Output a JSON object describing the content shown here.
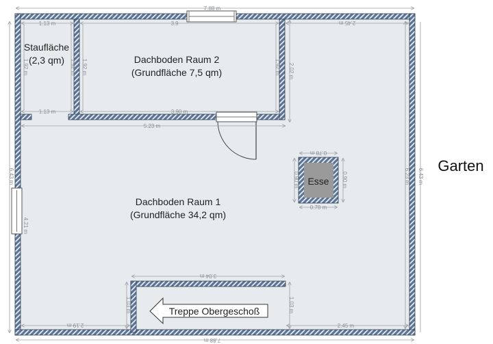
{
  "colors": {
    "wall": "#5b7394",
    "floor": "#e8ebee",
    "chimney": "#9a9a9a"
  },
  "rooms": {
    "storage_name": "Staufläche",
    "storage_area": "(2,3 qm)",
    "room2_name": "Dachboden Raum 2",
    "room2_area": "(Grundfläche 7,5 qm)",
    "room1_name": "Dachboden Raum 1",
    "room1_area": "(Grundfläche 34,2 qm)",
    "chimney": "Esse",
    "stairs": "Treppe Obergeschoß",
    "garden": "Garten"
  },
  "dimensions": {
    "top_total": "7.88 m",
    "storage_top": "1.13 m",
    "room2_top": "3.9",
    "right_top": "2.45 m",
    "storage_left": "1.92 m",
    "storage_right": "1.92 m",
    "room2_left": "1.92 m",
    "room2_right": "1.92 m",
    "room2_outer_right": "2.02 m",
    "storage_bottom": "1.13 m",
    "room2_bottom": "3.90 m",
    "room1_top": "5.23 m",
    "chimney_top": "0.78 m",
    "chimney_bottom": "0.78 m",
    "chimney_left": "0.90 m",
    "chimney_right": "0.90 m",
    "left_total": "6.43 m",
    "left_window": "4.21 m",
    "right_inner": "6.23 m",
    "right_total": "6.43 m",
    "stairs_top": "3.04 m",
    "stairs_left": "1.03 m",
    "stairs_right": "1.03 m",
    "bottom_left": "2.19 m",
    "bottom_right": "2.45 m",
    "bottom_total": "7.88 m"
  }
}
